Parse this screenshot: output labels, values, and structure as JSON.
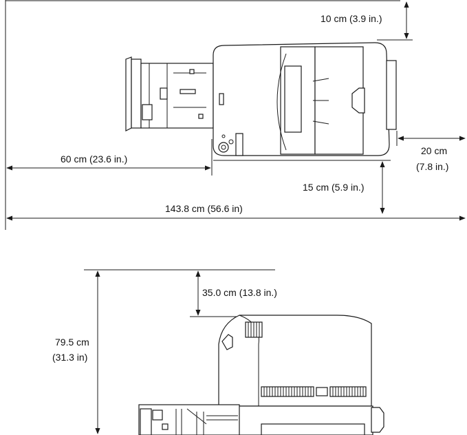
{
  "top_view": {
    "clearance_rear": "10 cm (3.9 in.)",
    "clearance_side_right_line1": "20 cm",
    "clearance_side_right_line2": "(7.8 in.)",
    "clearance_front": "60 cm (23.6 in.)",
    "clearance_side_left": "15 cm (5.9 in.)",
    "total_width": "143.8 cm (56.6 in)"
  },
  "side_view": {
    "clearance_top": "35.0 cm (13.8 in.)",
    "total_height_line1": "79.5 cm",
    "total_height_line2": "(31.3 in)"
  },
  "colors": {
    "line": "#1a1a1a",
    "text": "#111111",
    "background": "#ffffff"
  }
}
